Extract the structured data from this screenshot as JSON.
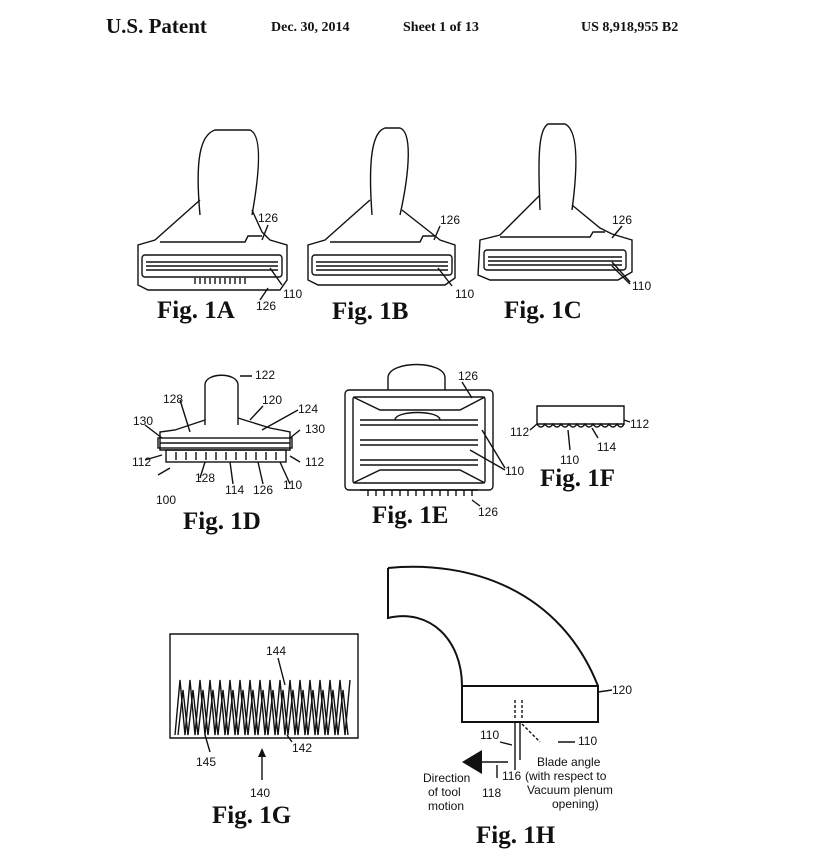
{
  "header": {
    "left": "U.S. Patent",
    "date": "Dec. 30, 2014",
    "sheet": "Sheet 1 of 13",
    "number": "US 8,918,955 B2"
  },
  "figures": {
    "f1a": "Fig. 1A",
    "f1b": "Fig. 1B",
    "f1c": "Fig. 1C",
    "f1d": "Fig. 1D",
    "f1e": "Fig. 1E",
    "f1f": "Fig. 1F",
    "f1g": "Fig. 1G",
    "f1h": "Fig. 1H"
  },
  "refs": {
    "r100": "100",
    "r110": "110",
    "r112": "112",
    "r114": "114",
    "r116": "116",
    "r118": "118",
    "r120": "120",
    "r122": "122",
    "r124": "124",
    "r126": "126",
    "r128": "128",
    "r130": "130",
    "r140": "140",
    "r142": "142",
    "r144": "144",
    "r145": "145"
  },
  "annotations": {
    "blade_angle_1": "Blade angle",
    "blade_angle_2": "(with respect to",
    "blade_angle_3": "Vacuum plenum",
    "blade_angle_4": "opening)",
    "direction_1": "Direction",
    "direction_2": "of tool",
    "direction_3": "motion"
  }
}
